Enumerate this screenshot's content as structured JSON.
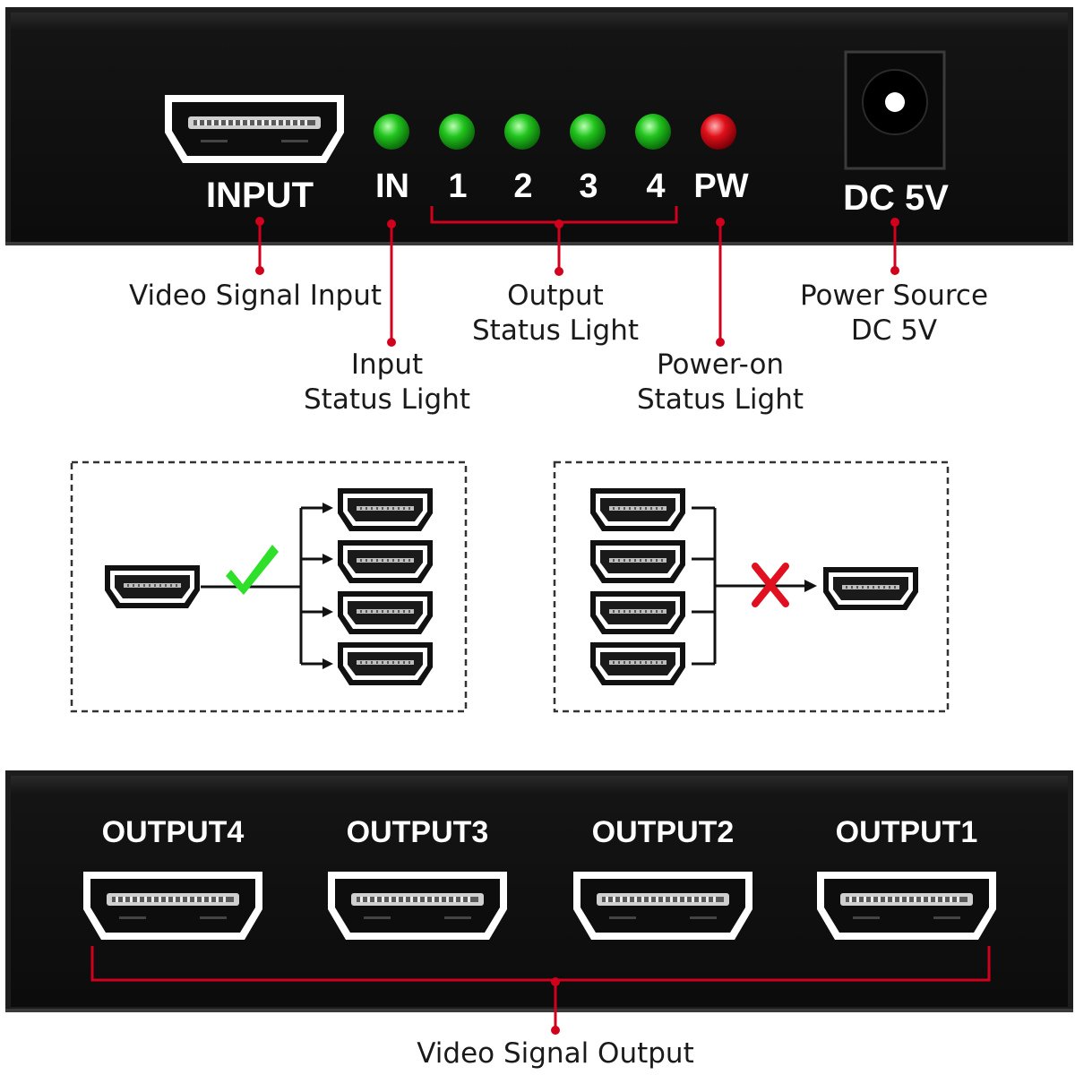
{
  "front_panel": {
    "input_label": "INPUT",
    "in_label": "IN",
    "output_numbers": [
      "1",
      "2",
      "3",
      "4"
    ],
    "pw_label": "PW",
    "dc_label": "DC 5V"
  },
  "callouts": {
    "video_signal_input": "Video Signal Input",
    "input_status_line1": "Input",
    "input_status_line2": "Status Light",
    "output_status_line1": "Output",
    "output_status_line2": "Status Light",
    "power_on_line1": "Power-on",
    "power_on_line2": "Status Light",
    "power_source_line1": "Power Source",
    "power_source_line2": "DC 5V",
    "video_signal_output": "Video Signal Output"
  },
  "back_panel": {
    "outputs": [
      "OUTPUT4",
      "OUTPUT3",
      "OUTPUT2",
      "OUTPUT1"
    ]
  },
  "colors": {
    "panel": "#111111",
    "callout_line": "#d1001c",
    "led_green": "#22c41e",
    "led_red": "#e0101a",
    "check": "#2ee02a",
    "cross": "#e01020"
  },
  "icons": [
    "hdmi-port-icon",
    "led-indicator-icon",
    "dc-jack-icon",
    "check-icon",
    "cross-icon",
    "arrow-icon"
  ]
}
